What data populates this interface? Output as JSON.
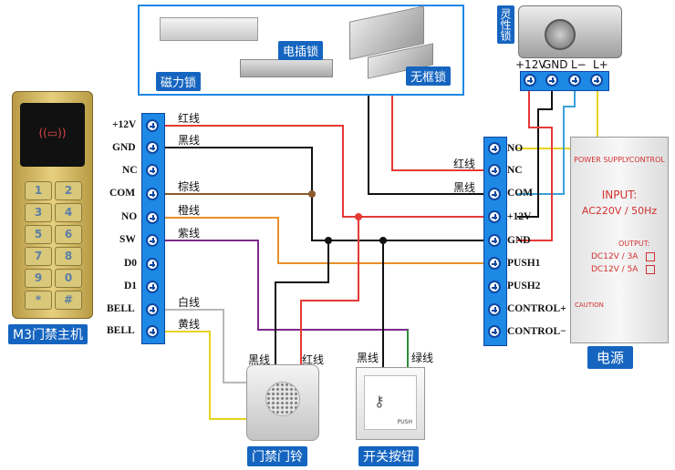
{
  "title_labels": {
    "controller": "M3门禁主机",
    "power": "电源",
    "doorbell": "门禁门铃",
    "exit_button": "开关按钮",
    "electric_bolt": "电插锁",
    "magnetic_lock": "磁力锁",
    "frameless_lock": "无框锁",
    "smart_lock": "灵性锁"
  },
  "controller_terminals": [
    "+12V",
    "GND",
    "NC",
    "COM",
    "NO",
    "SW",
    "D0",
    "D1",
    "BELL",
    "BELL"
  ],
  "power_terminals": [
    "NO",
    "NC",
    "COM",
    "+12V",
    "GND",
    "PUSH1",
    "PUSH2",
    "CONTROL+",
    "CONTROL−"
  ],
  "lock_terminals": [
    "+12V",
    "GND",
    "L−",
    "L+"
  ],
  "wire_labels": {
    "red1": "红线",
    "black1": "黑线",
    "brown": "棕线",
    "orange": "橙线",
    "purple": "紫线",
    "white": "白线",
    "yellow": "黄线",
    "red2": "红线",
    "black2": "黑线",
    "bell_black": "黑线",
    "bell_red": "红线",
    "btn_black": "黑线",
    "btn_green": "绿线"
  },
  "keypad_keys": [
    "1",
    "2",
    "3",
    "4",
    "5",
    "6",
    "7",
    "8",
    "9",
    "0",
    "*",
    "#"
  ],
  "power_supply": {
    "brand": "POWER SUPPLYCONTROL",
    "input_label": "INPUT:",
    "input_value": "AC220V / 50Hz",
    "output_label": "OUTPUT:",
    "out1": "DC12V / 3A",
    "out2": "DC12V / 5A",
    "caution": "CAUTION"
  },
  "exit_button_text": "PUSH",
  "colors": {
    "blue": "#1e88e5",
    "label_blue": "#1565c0",
    "red_wire": "#e53935",
    "black_wire": "#111111",
    "brown_wire": "#8d5a2b",
    "orange_wire": "#e8902a",
    "purple_wire": "#7b2a8a",
    "white_wire": "#b8b8b8",
    "yellow_wire": "#e6d21a",
    "green_wire": "#2e8b3a",
    "cyan_wire": "#3aa0d8"
  }
}
